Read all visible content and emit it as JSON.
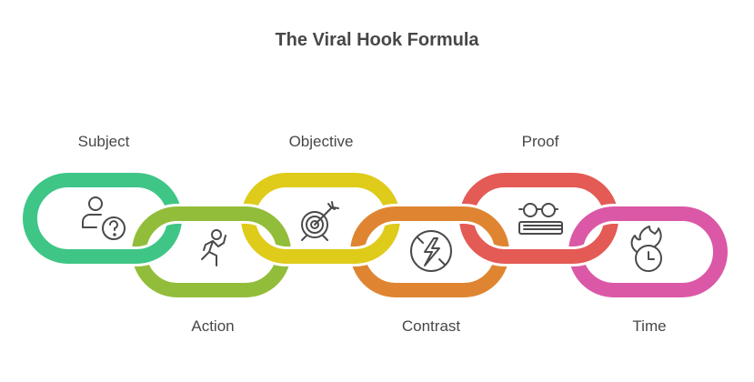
{
  "title": "The Viral Hook Formula",
  "links": [
    {
      "label": "Subject",
      "color": "#3fc687",
      "icon": "user-question-icon",
      "row": "top"
    },
    {
      "label": "Action",
      "color": "#92bd3a",
      "icon": "running-person-icon",
      "row": "bottom"
    },
    {
      "label": "Objective",
      "color": "#dfcb1a",
      "icon": "target-arrow-icon",
      "row": "top"
    },
    {
      "label": "Contrast",
      "color": "#df8532",
      "icon": "lightning-off-icon",
      "row": "bottom"
    },
    {
      "label": "Proof",
      "color": "#e45a55",
      "icon": "glasses-book-icon",
      "row": "top"
    },
    {
      "label": "Time",
      "color": "#db58a6",
      "icon": "fire-clock-icon",
      "row": "bottom"
    }
  ]
}
